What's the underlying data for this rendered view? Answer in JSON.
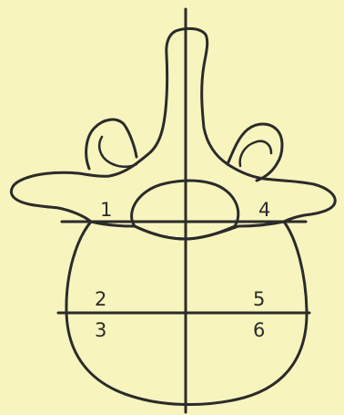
{
  "diagram": {
    "colors": {
      "background": "#f7f4be",
      "stroke": "#2b2b2b"
    },
    "zone_labels": {
      "zone1": "1",
      "zone2": "2",
      "zone3": "3",
      "zone4": "4",
      "zone5": "5",
      "zone6": "6"
    }
  }
}
